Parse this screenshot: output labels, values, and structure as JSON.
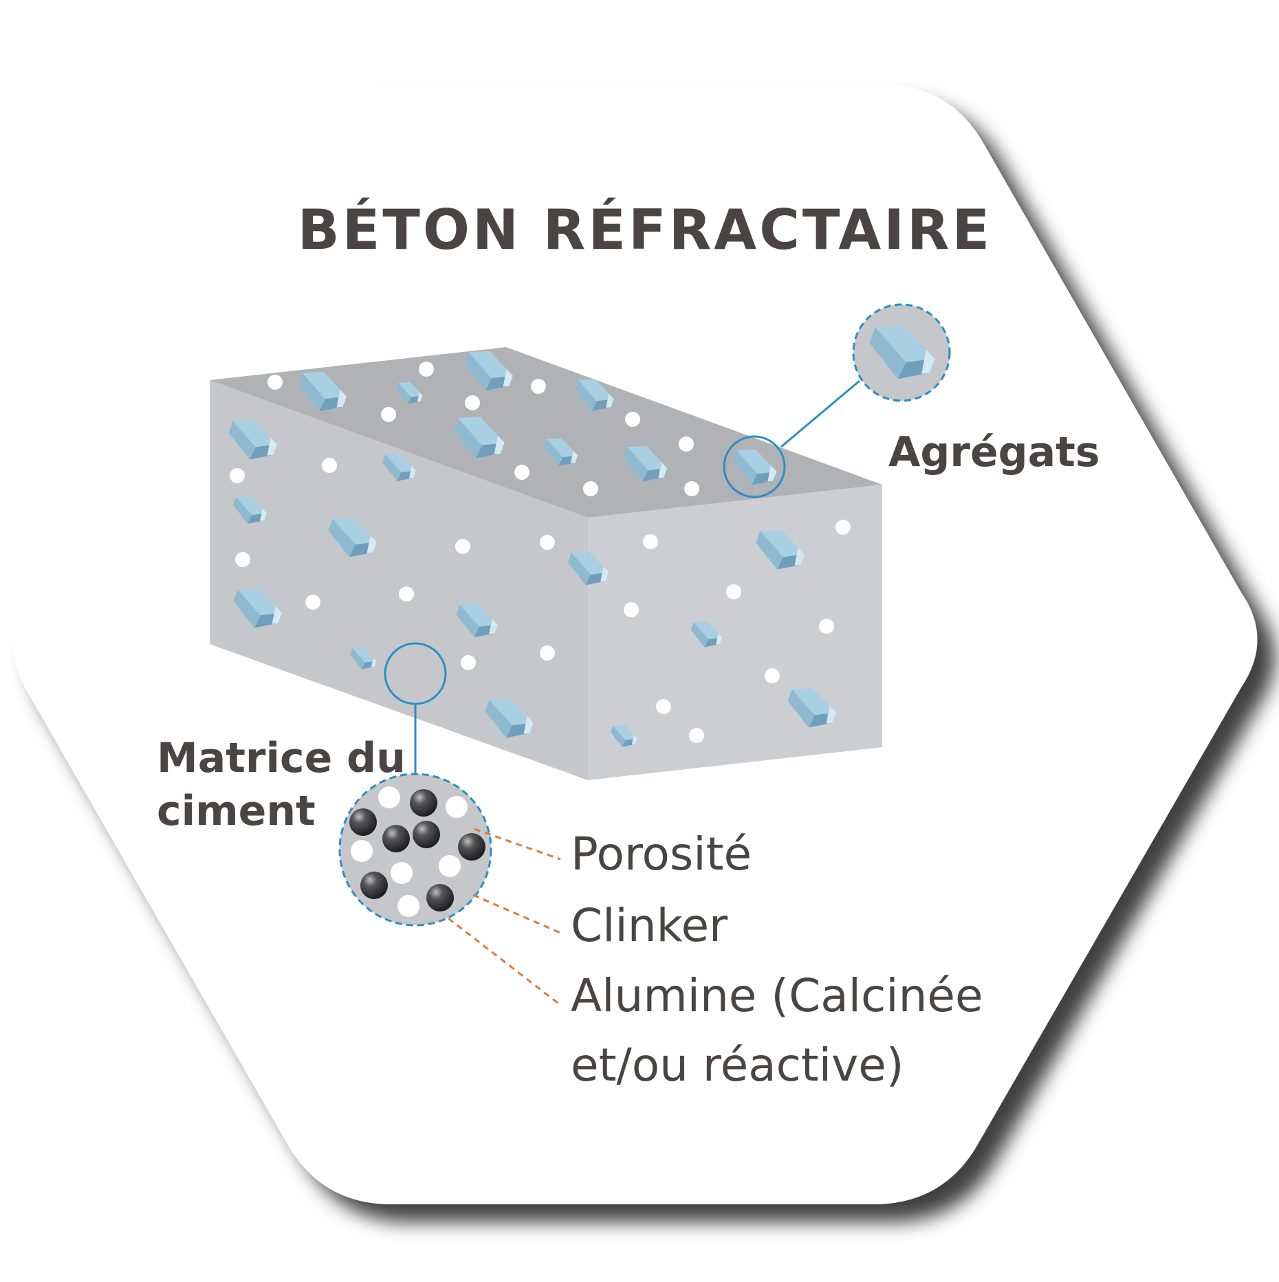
{
  "title": "BÉTON RÉFRACTAIRE",
  "labels": {
    "aggregates": "Agrégats",
    "cement_matrix_line1": "Matrice du",
    "cement_matrix_line2": "ciment",
    "porosity": "Porosité",
    "clinker": "Clinker",
    "alumina_line1": "Alumine (Calcinée",
    "alumina_line2": "et/ou réactive)"
  },
  "colors": {
    "text": "#4a4444",
    "block_top": "#b1b2b5",
    "block_front": "#c6c7ca",
    "block_right": "#cdced1",
    "aggregate": "#8fb8cf",
    "callout_line": "#2a8ec8",
    "leader_line": "#e07a3c",
    "clinker": "#2f2f31"
  }
}
